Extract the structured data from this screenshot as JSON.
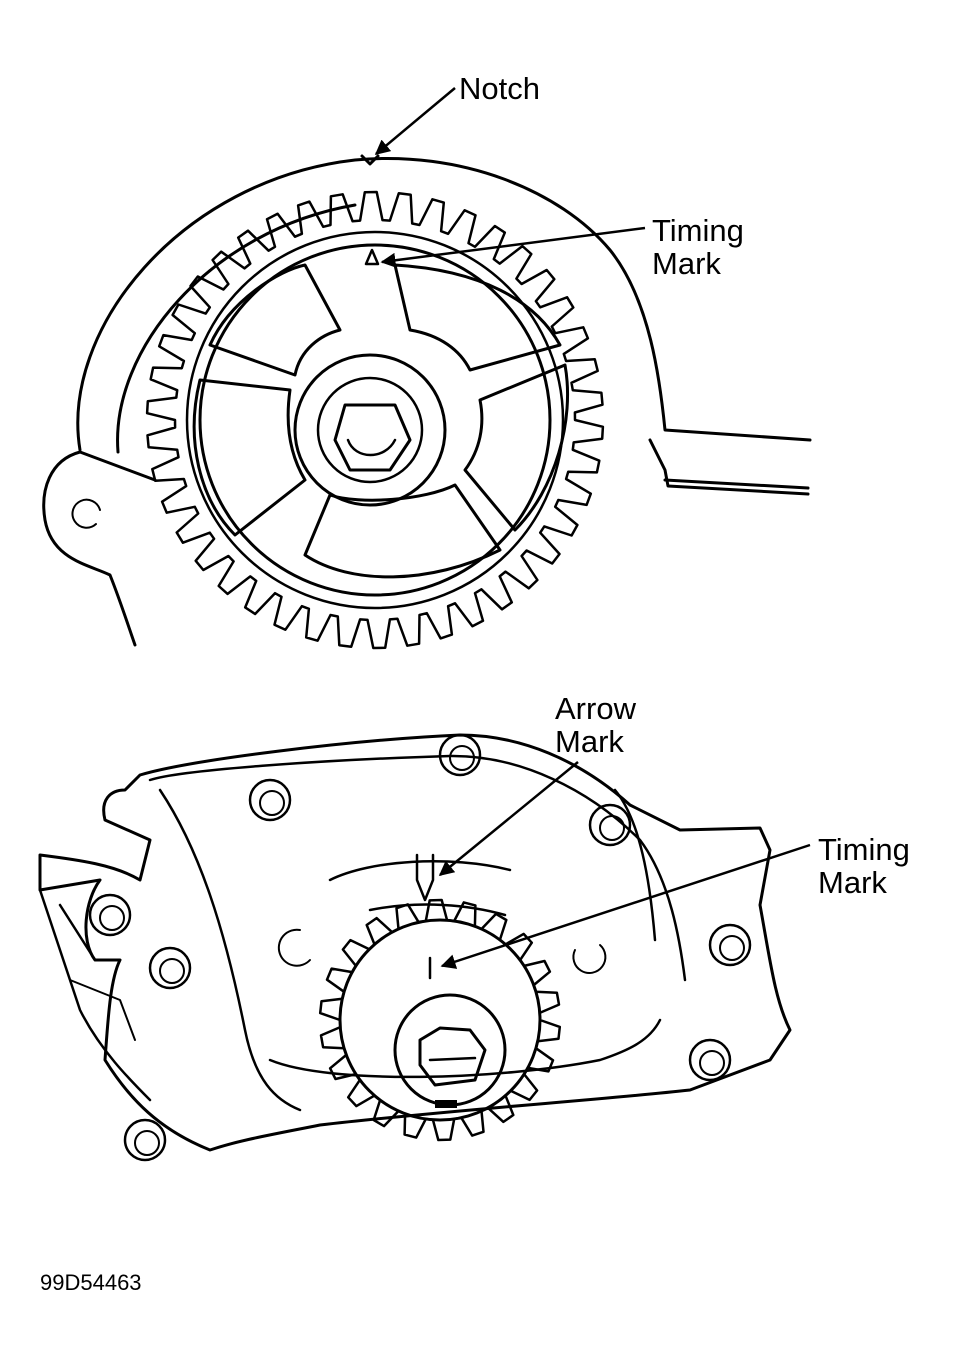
{
  "labels": {
    "notch": "Notch",
    "cam_timing_mark": "Timing\nMark",
    "arrow_mark": "Arrow\nMark",
    "crank_timing_mark": "Timing\nMark"
  },
  "figure_code": "99D54463"
}
